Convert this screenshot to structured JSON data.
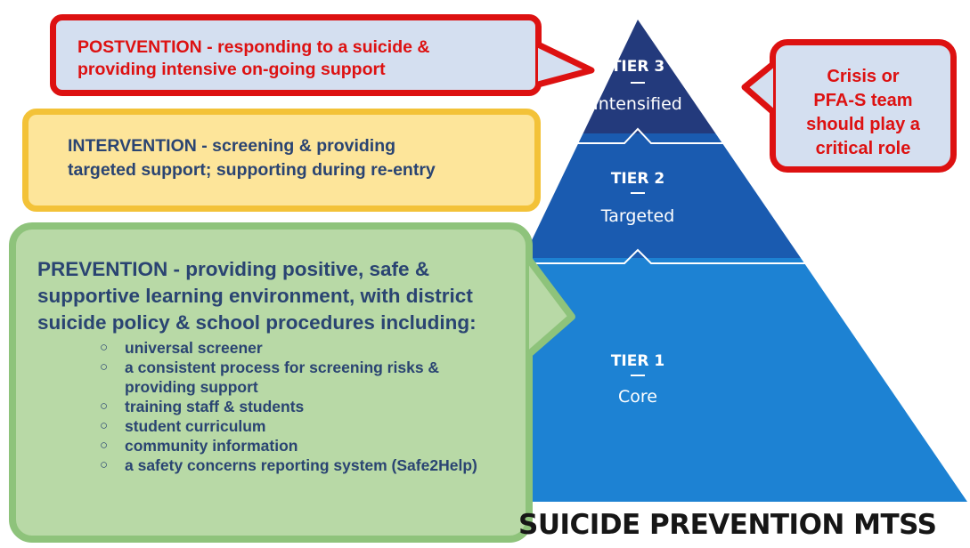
{
  "title": "SUICIDE PREVENTION MTSS",
  "pyramid": {
    "tiers": [
      {
        "number": "TIER 3",
        "name": "Intensified",
        "color": "#233a7c"
      },
      {
        "number": "TIER 2",
        "name": "Targeted",
        "color": "#1a5bb0"
      },
      {
        "number": "TIER 1",
        "name": "Core",
        "color": "#1d82d3"
      }
    ]
  },
  "callouts": {
    "postvention": {
      "lines": [
        "POSTVENTION - responding to a suicide &",
        "providing intensive on-going support"
      ],
      "text_color": "#dd1111",
      "fill": "#d4dff0",
      "border": "#dd1111"
    },
    "intervention": {
      "lines": [
        "INTERVENTION - screening & providing",
        "targeted support; supporting during re-entry"
      ],
      "text_color": "#2a4472",
      "fill": "#fde59a",
      "border": "#f3c238"
    },
    "prevention": {
      "heading": "PREVENTION - providing positive, safe & supportive learning environment, with district suicide policy & school procedures including:",
      "items": [
        "universal screener",
        "a consistent process for screening risks & providing support",
        "training staff & students",
        "student curriculum",
        "community information",
        "a safety concerns reporting system (Safe2Help)"
      ],
      "text_color": "#2a4472",
      "fill": "#b8d9a6",
      "border": "#8ec37b"
    },
    "crisis": {
      "lines": [
        "Crisis or",
        "PFA-S team",
        "should play a",
        "critical role"
      ],
      "text_color": "#dd1111",
      "fill": "#d4dff0",
      "border": "#dd1111"
    }
  }
}
